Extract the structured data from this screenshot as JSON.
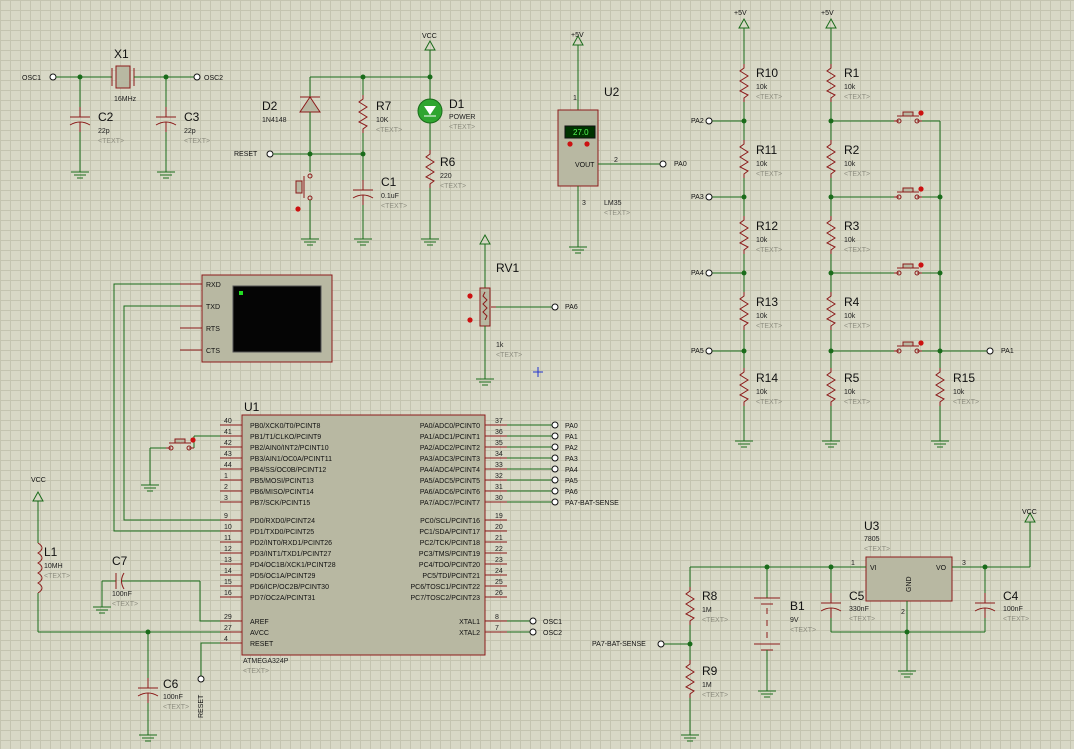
{
  "components": {
    "x1": {
      "ref": "X1",
      "value": "16MHz"
    },
    "c2": {
      "ref": "C2",
      "value": "22p"
    },
    "c3": {
      "ref": "C3",
      "value": "22p"
    },
    "d2": {
      "ref": "D2",
      "value": "1N4148"
    },
    "r7": {
      "ref": "R7",
      "value": "10K"
    },
    "d1": {
      "ref": "D1",
      "value": "POWER"
    },
    "c1": {
      "ref": "C1",
      "value": "0.1uF"
    },
    "r6": {
      "ref": "R6",
      "value": "220"
    },
    "u2": {
      "ref": "U2",
      "value": "LM35",
      "reading": "27.0",
      "vout": "VOUT"
    },
    "rv1": {
      "ref": "RV1",
      "value": "1k"
    },
    "r10": {
      "ref": "R10",
      "value": "10k"
    },
    "r11": {
      "ref": "R11",
      "value": "10k"
    },
    "r12": {
      "ref": "R12",
      "value": "10k"
    },
    "r13": {
      "ref": "R13",
      "value": "10k"
    },
    "r14": {
      "ref": "R14",
      "value": "10k"
    },
    "r1": {
      "ref": "R1",
      "value": "10k"
    },
    "r2": {
      "ref": "R2",
      "value": "10k"
    },
    "r3": {
      "ref": "R3",
      "value": "10k"
    },
    "r4": {
      "ref": "R4",
      "value": "10k"
    },
    "r5": {
      "ref": "R5",
      "value": "10k"
    },
    "r15": {
      "ref": "R15",
      "value": "10k"
    },
    "u1": {
      "ref": "U1",
      "value": "ATMEGA324P"
    },
    "l1": {
      "ref": "L1",
      "value": "10MH"
    },
    "c7": {
      "ref": "C7",
      "value": "100nF"
    },
    "c6": {
      "ref": "C6",
      "value": "100nF"
    },
    "r8": {
      "ref": "R8",
      "value": "1M"
    },
    "r9": {
      "ref": "R9",
      "value": "1M"
    },
    "b1": {
      "ref": "B1",
      "value": "9V"
    },
    "c5": {
      "ref": "C5",
      "value": "330nF"
    },
    "u3": {
      "ref": "U3",
      "value": "7805",
      "vi": "VI",
      "vo": "VO",
      "gnd": "GND"
    },
    "c4": {
      "ref": "C4",
      "value": "100nF"
    }
  },
  "placeholder_text": "<TEXT>",
  "power_labels": {
    "vcc": "VCC",
    "plus5v": "+5V"
  },
  "terminal": {
    "rxd": "RXD",
    "txd": "TXD",
    "rts": "RTS",
    "cts": "CTS"
  },
  "nets": {
    "osc1": "OSC1",
    "osc2": "OSC2",
    "reset": "RESET",
    "pa0": "PA0",
    "pa1": "PA1",
    "pa2": "PA2",
    "pa3": "PA3",
    "pa4": "PA4",
    "pa5": "PA5",
    "pa6": "PA6",
    "pa7": "PA7-BAT-SENSE"
  },
  "u1_pins_left": [
    {
      "num": "40",
      "name": "PB0/XCK0/T0/PCINT8"
    },
    {
      "num": "41",
      "name": "PB1/T1/CLKO/PCINT9"
    },
    {
      "num": "42",
      "name": "PB2/AIN0/INT2/PCINT10"
    },
    {
      "num": "43",
      "name": "PB3/AIN1/OC0A/PCINT11"
    },
    {
      "num": "44",
      "name": "PB4/SS/OC0B/PCINT12"
    },
    {
      "num": "1",
      "name": "PB5/MOSI/PCINT13"
    },
    {
      "num": "2",
      "name": "PB6/MISO/PCINT14"
    },
    {
      "num": "3",
      "name": "PB7/SCK/PCINT15"
    },
    {
      "num": "9",
      "name": "PD0/RXD0/PCINT24"
    },
    {
      "num": "10",
      "name": "PD1/TXD0/PCINT25"
    },
    {
      "num": "11",
      "name": "PD2/INT0/RXD1/PCINT26"
    },
    {
      "num": "12",
      "name": "PD3/INT1/TXD1/PCINT27"
    },
    {
      "num": "13",
      "name": "PD4/OC1B/XCK1/PCINT28"
    },
    {
      "num": "14",
      "name": "PD5/OC1A/PCINT29"
    },
    {
      "num": "15",
      "name": "PD6/ICP/OC2B/PCINT30"
    },
    {
      "num": "16",
      "name": "PD7/OC2A/PCINT31"
    },
    {
      "num": "29",
      "name": "AREF"
    },
    {
      "num": "27",
      "name": "AVCC"
    },
    {
      "num": "4",
      "name": "RESET"
    }
  ],
  "u1_pins_right": [
    {
      "num": "37",
      "name": "PA0/ADC0/PCINT0",
      "net": "PA0"
    },
    {
      "num": "36",
      "name": "PA1/ADC1/PCINT1",
      "net": "PA1"
    },
    {
      "num": "35",
      "name": "PA2/ADC2/PCINT2",
      "net": "PA2"
    },
    {
      "num": "34",
      "name": "PA3/ADC3/PCINT3",
      "net": "PA3"
    },
    {
      "num": "33",
      "name": "PA4/ADC4/PCINT4",
      "net": "PA4"
    },
    {
      "num": "32",
      "name": "PA5/ADC5/PCINT5",
      "net": "PA5"
    },
    {
      "num": "31",
      "name": "PA6/ADC6/PCINT6",
      "net": "PA6"
    },
    {
      "num": "30",
      "name": "PA7/ADC7/PCINT7",
      "net": "PA7-BAT-SENSE"
    },
    {
      "num": "19",
      "name": "PC0/SCL/PCINT16",
      "net": ""
    },
    {
      "num": "20",
      "name": "PC1/SDA/PCINT17",
      "net": ""
    },
    {
      "num": "21",
      "name": "PC2/TCK/PCINT18",
      "net": ""
    },
    {
      "num": "22",
      "name": "PC3/TMS/PCINT19",
      "net": ""
    },
    {
      "num": "23",
      "name": "PC4/TDO/PCINT20",
      "net": ""
    },
    {
      "num": "24",
      "name": "PC5/TDI/PCINT21",
      "net": ""
    },
    {
      "num": "25",
      "name": "PC6/TOSC1/PCINT22",
      "net": ""
    },
    {
      "num": "26",
      "name": "PC7/TOSC2/PCINT23",
      "net": ""
    },
    {
      "num": "8",
      "name": "XTAL1",
      "net": "OSC1"
    },
    {
      "num": "7",
      "name": "XTAL2",
      "net": "OSC2"
    }
  ],
  "pin_numbers": {
    "u2_vcc": "1",
    "u2_vout": "2",
    "u2_gnd": "3",
    "u3_vi": "1",
    "u3_gnd": "2",
    "u3_vo": "3"
  }
}
